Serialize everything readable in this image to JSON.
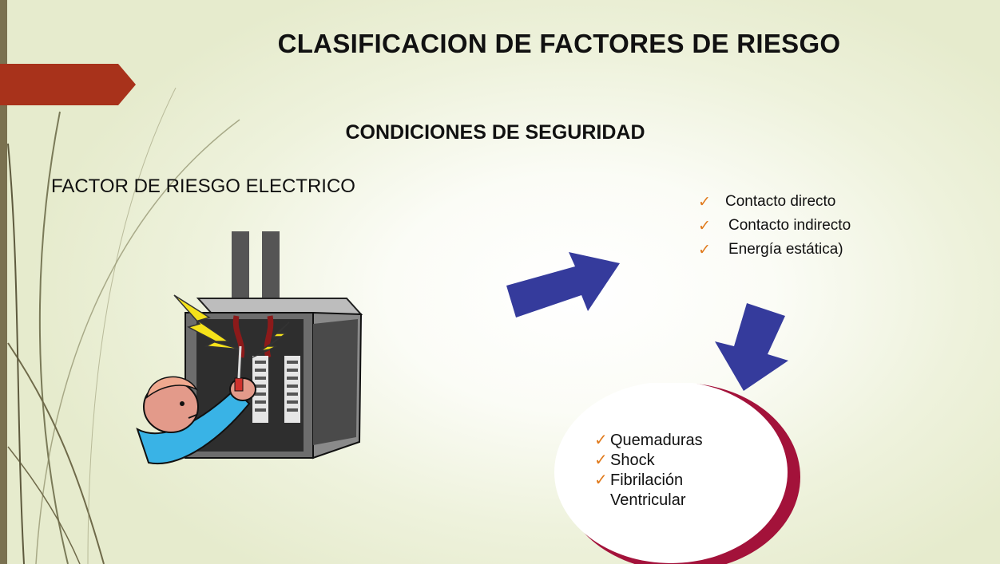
{
  "slide": {
    "title": "CLASIFICACION DE FACTORES DE RIESGO",
    "subtitle": "CONDICIONES DE SEGURIDAD",
    "section_label": "FACTOR DE RIESGO ELECTRICO",
    "contact_types": [
      "Contacto directo",
      "Contacto indirecto",
      "Energía estática)"
    ],
    "effects": [
      "Quemaduras",
      "Shock",
      "Fibrilación",
      "Ventricular"
    ]
  },
  "icons": {
    "check": "✓",
    "clipart": "electrician-shock-icon",
    "arrow_right": "arrow-right-icon",
    "arrow_down": "arrow-down-icon"
  },
  "colors": {
    "accent_ribbon": "#a8321b",
    "arrow": "#353b9c",
    "check": "#e07a1c",
    "bubble_edge": "#a3123a"
  }
}
